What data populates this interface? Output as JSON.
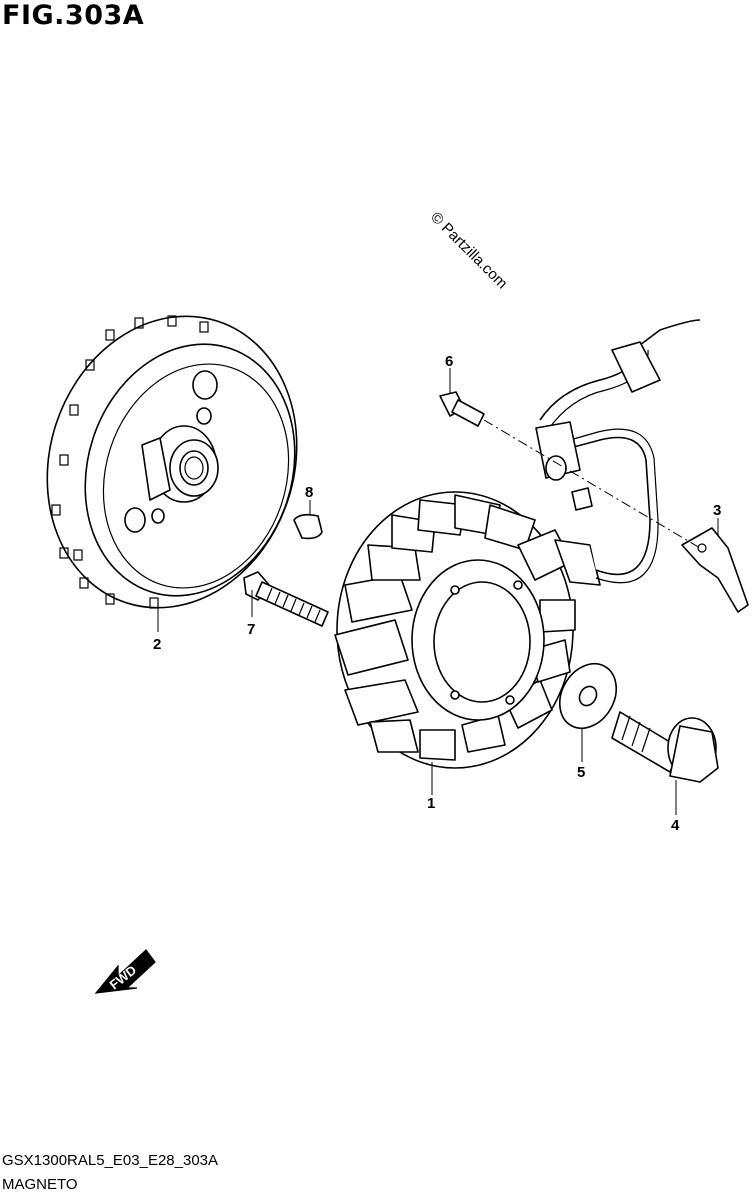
{
  "header": {
    "figure": "FIG.303A"
  },
  "watermark": "© Partzilla.com",
  "callouts": [
    "1",
    "2",
    "3",
    "4",
    "5",
    "6",
    "7",
    "8"
  ],
  "direction_arrow": {
    "label": "FWD"
  },
  "footer": {
    "code": "GSX1300RAL5_E03_E28_303A",
    "title": "MAGNETO"
  }
}
